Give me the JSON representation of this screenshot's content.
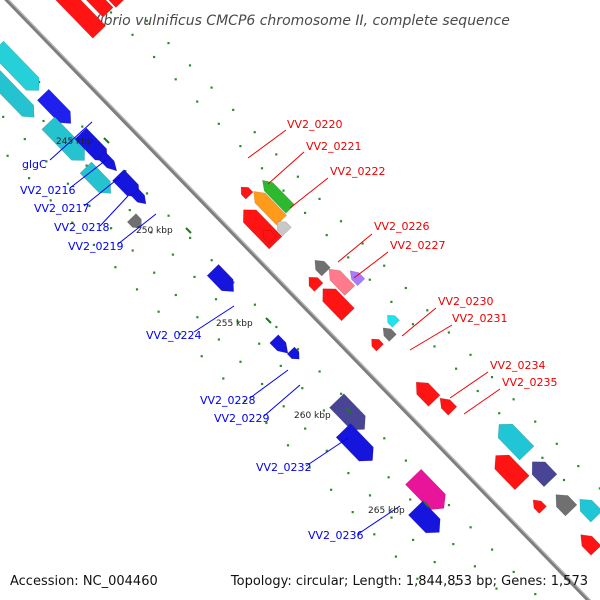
{
  "title": "Vibrio vulnificus CMCP6 chromosome II, complete sequence",
  "footer": {
    "accession": "Accession: NC_004460",
    "summary": "Topology: circular; Length: 1,844,853 bp; Genes: 1,573"
  },
  "colors": {
    "backbone": "#8a8a8a",
    "forward_label": "#0000ee",
    "reverse_label": "#ee0000",
    "tick_label": "#222222",
    "dots": "#2e8b2e"
  },
  "scale_ticks": [
    "245 kbp",
    "250 kbp",
    "255 kbp",
    "260 kbp",
    "265 kbp"
  ],
  "labels_forward": [
    "glgC",
    "VV2_0216",
    "VV2_0217",
    "VV2_0218",
    "VV2_0219",
    "VV2_0224",
    "VV2_0228",
    "VV2_0229",
    "VV2_0232",
    "VV2_0236"
  ],
  "labels_reverse": [
    "VV2_0220",
    "VV2_0221",
    "VV2_0222",
    "VV2_0226",
    "VV2_0227",
    "VV2_0230",
    "VV2_0231",
    "VV2_0234",
    "VV2_0235"
  ]
}
